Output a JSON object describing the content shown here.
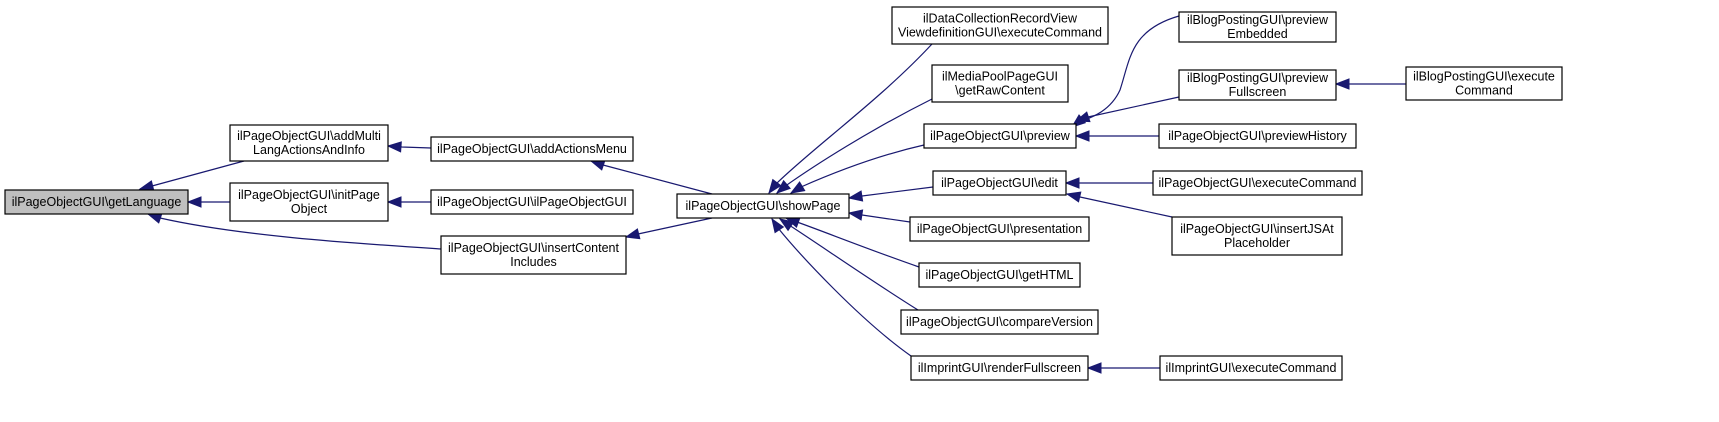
{
  "diagram": {
    "nodes": [
      {
        "id": "getLanguage",
        "lines": [
          "ilPageObjectGUI\\getLanguage"
        ],
        "highlight": true
      },
      {
        "id": "addMulti",
        "lines": [
          "ilPageObjectGUI\\addMulti",
          "LangActionsAndInfo"
        ]
      },
      {
        "id": "initPage",
        "lines": [
          "ilPageObjectGUI\\initPage",
          "Object"
        ]
      },
      {
        "id": "insertContent",
        "lines": [
          "ilPageObjectGUI\\insertContent",
          "Includes"
        ]
      },
      {
        "id": "addActionsMenu",
        "lines": [
          "ilPageObjectGUI\\addActionsMenu"
        ]
      },
      {
        "id": "ctor",
        "lines": [
          "ilPageObjectGUI\\ilPageObjectGUI"
        ]
      },
      {
        "id": "showPage",
        "lines": [
          "ilPageObjectGUI\\showPage"
        ]
      },
      {
        "id": "dataColl",
        "lines": [
          "ilDataCollectionRecordView",
          "ViewdefinitionGUI\\executeCommand"
        ]
      },
      {
        "id": "mediaPool",
        "lines": [
          "ilMediaPoolPageGUI",
          "\\getRawContent"
        ]
      },
      {
        "id": "preview",
        "lines": [
          "ilPageObjectGUI\\preview"
        ]
      },
      {
        "id": "edit",
        "lines": [
          "ilPageObjectGUI\\edit"
        ]
      },
      {
        "id": "presentation",
        "lines": [
          "ilPageObjectGUI\\presentation"
        ]
      },
      {
        "id": "getHTML",
        "lines": [
          "ilPageObjectGUI\\getHTML"
        ]
      },
      {
        "id": "compareVersion",
        "lines": [
          "ilPageObjectGUI\\compareVersion"
        ]
      },
      {
        "id": "renderFullscreen",
        "lines": [
          "ilImprintGUI\\renderFullscreen"
        ]
      },
      {
        "id": "blogEmbedded",
        "lines": [
          "ilBlogPostingGUI\\preview",
          "Embedded"
        ]
      },
      {
        "id": "blogFullscreen",
        "lines": [
          "ilBlogPostingGUI\\preview",
          "Fullscreen"
        ]
      },
      {
        "id": "previewHistory",
        "lines": [
          "ilPageObjectGUI\\previewHistory"
        ]
      },
      {
        "id": "executeCommand",
        "lines": [
          "ilPageObjectGUI\\executeCommand"
        ]
      },
      {
        "id": "insertJS",
        "lines": [
          "ilPageObjectGUI\\insertJSAt",
          "Placeholder"
        ]
      },
      {
        "id": "imprintExec",
        "lines": [
          "ilImprintGUI\\executeCommand"
        ]
      },
      {
        "id": "blogExec",
        "lines": [
          "ilBlogPostingGUI\\execute",
          "Command"
        ]
      }
    ],
    "edges": [
      {
        "from": "addMulti",
        "to": "getLanguage"
      },
      {
        "from": "initPage",
        "to": "getLanguage"
      },
      {
        "from": "insertContent",
        "to": "getLanguage"
      },
      {
        "from": "addActionsMenu",
        "to": "addMulti"
      },
      {
        "from": "ctor",
        "to": "initPage"
      },
      {
        "from": "showPage",
        "to": "addActionsMenu"
      },
      {
        "from": "showPage",
        "to": "insertContent"
      },
      {
        "from": "dataColl",
        "to": "showPage"
      },
      {
        "from": "mediaPool",
        "to": "showPage"
      },
      {
        "from": "preview",
        "to": "showPage"
      },
      {
        "from": "edit",
        "to": "showPage"
      },
      {
        "from": "presentation",
        "to": "showPage"
      },
      {
        "from": "getHTML",
        "to": "showPage"
      },
      {
        "from": "compareVersion",
        "to": "showPage"
      },
      {
        "from": "renderFullscreen",
        "to": "showPage"
      },
      {
        "from": "blogEmbedded",
        "to": "preview"
      },
      {
        "from": "blogFullscreen",
        "to": "preview"
      },
      {
        "from": "previewHistory",
        "to": "preview"
      },
      {
        "from": "executeCommand",
        "to": "edit"
      },
      {
        "from": "insertJS",
        "to": "edit"
      },
      {
        "from": "imprintExec",
        "to": "renderFullscreen"
      },
      {
        "from": "blogExec",
        "to": "blogFullscreen"
      }
    ]
  },
  "colors": {
    "edge": "#191970",
    "highlight_fill": "#bfbfbf",
    "node_border": "#000000"
  }
}
